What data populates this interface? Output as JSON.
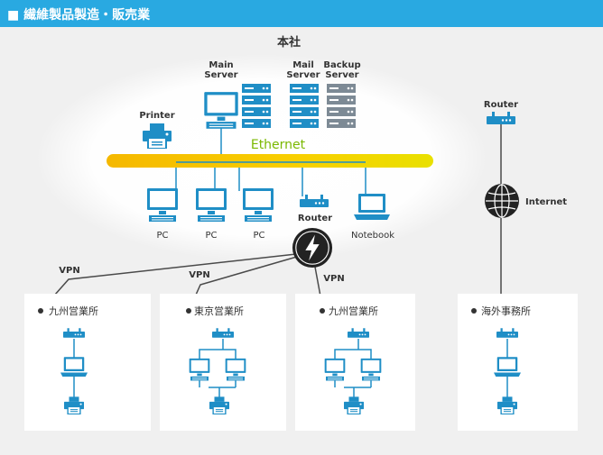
{
  "header": {
    "title": "■ 繊維製品製造・販売業"
  },
  "hq": {
    "title": "本社",
    "ethernet_label": "Ethernet",
    "printer_label": "Printer",
    "main_server_label": [
      "Main",
      "Server"
    ],
    "mail_server_label": [
      "Mail",
      "Server"
    ],
    "backup_server_label": [
      "Backup",
      "Server"
    ],
    "pc_labels": [
      "PC",
      "PC",
      "PC"
    ],
    "router_label": "Router",
    "notebook_label": "Notebook"
  },
  "internet": {
    "router_label": "Router",
    "internet_label": "Internet"
  },
  "vpn_labels": [
    "VPN",
    "VPN",
    "VPN"
  ],
  "branches": [
    {
      "name": "九州営業所"
    },
    {
      "name": "東京営業所"
    },
    {
      "name": "九州営業所"
    },
    {
      "name": "海外事務所"
    }
  ],
  "colors": {
    "header": "#29a9e1",
    "device_blue": "#1f8ec6",
    "ethernet_green": "#7ab800",
    "ethernet_bar": "#f5b800",
    "server_gray": "#7d8a95",
    "line": "#4a4a4a"
  }
}
